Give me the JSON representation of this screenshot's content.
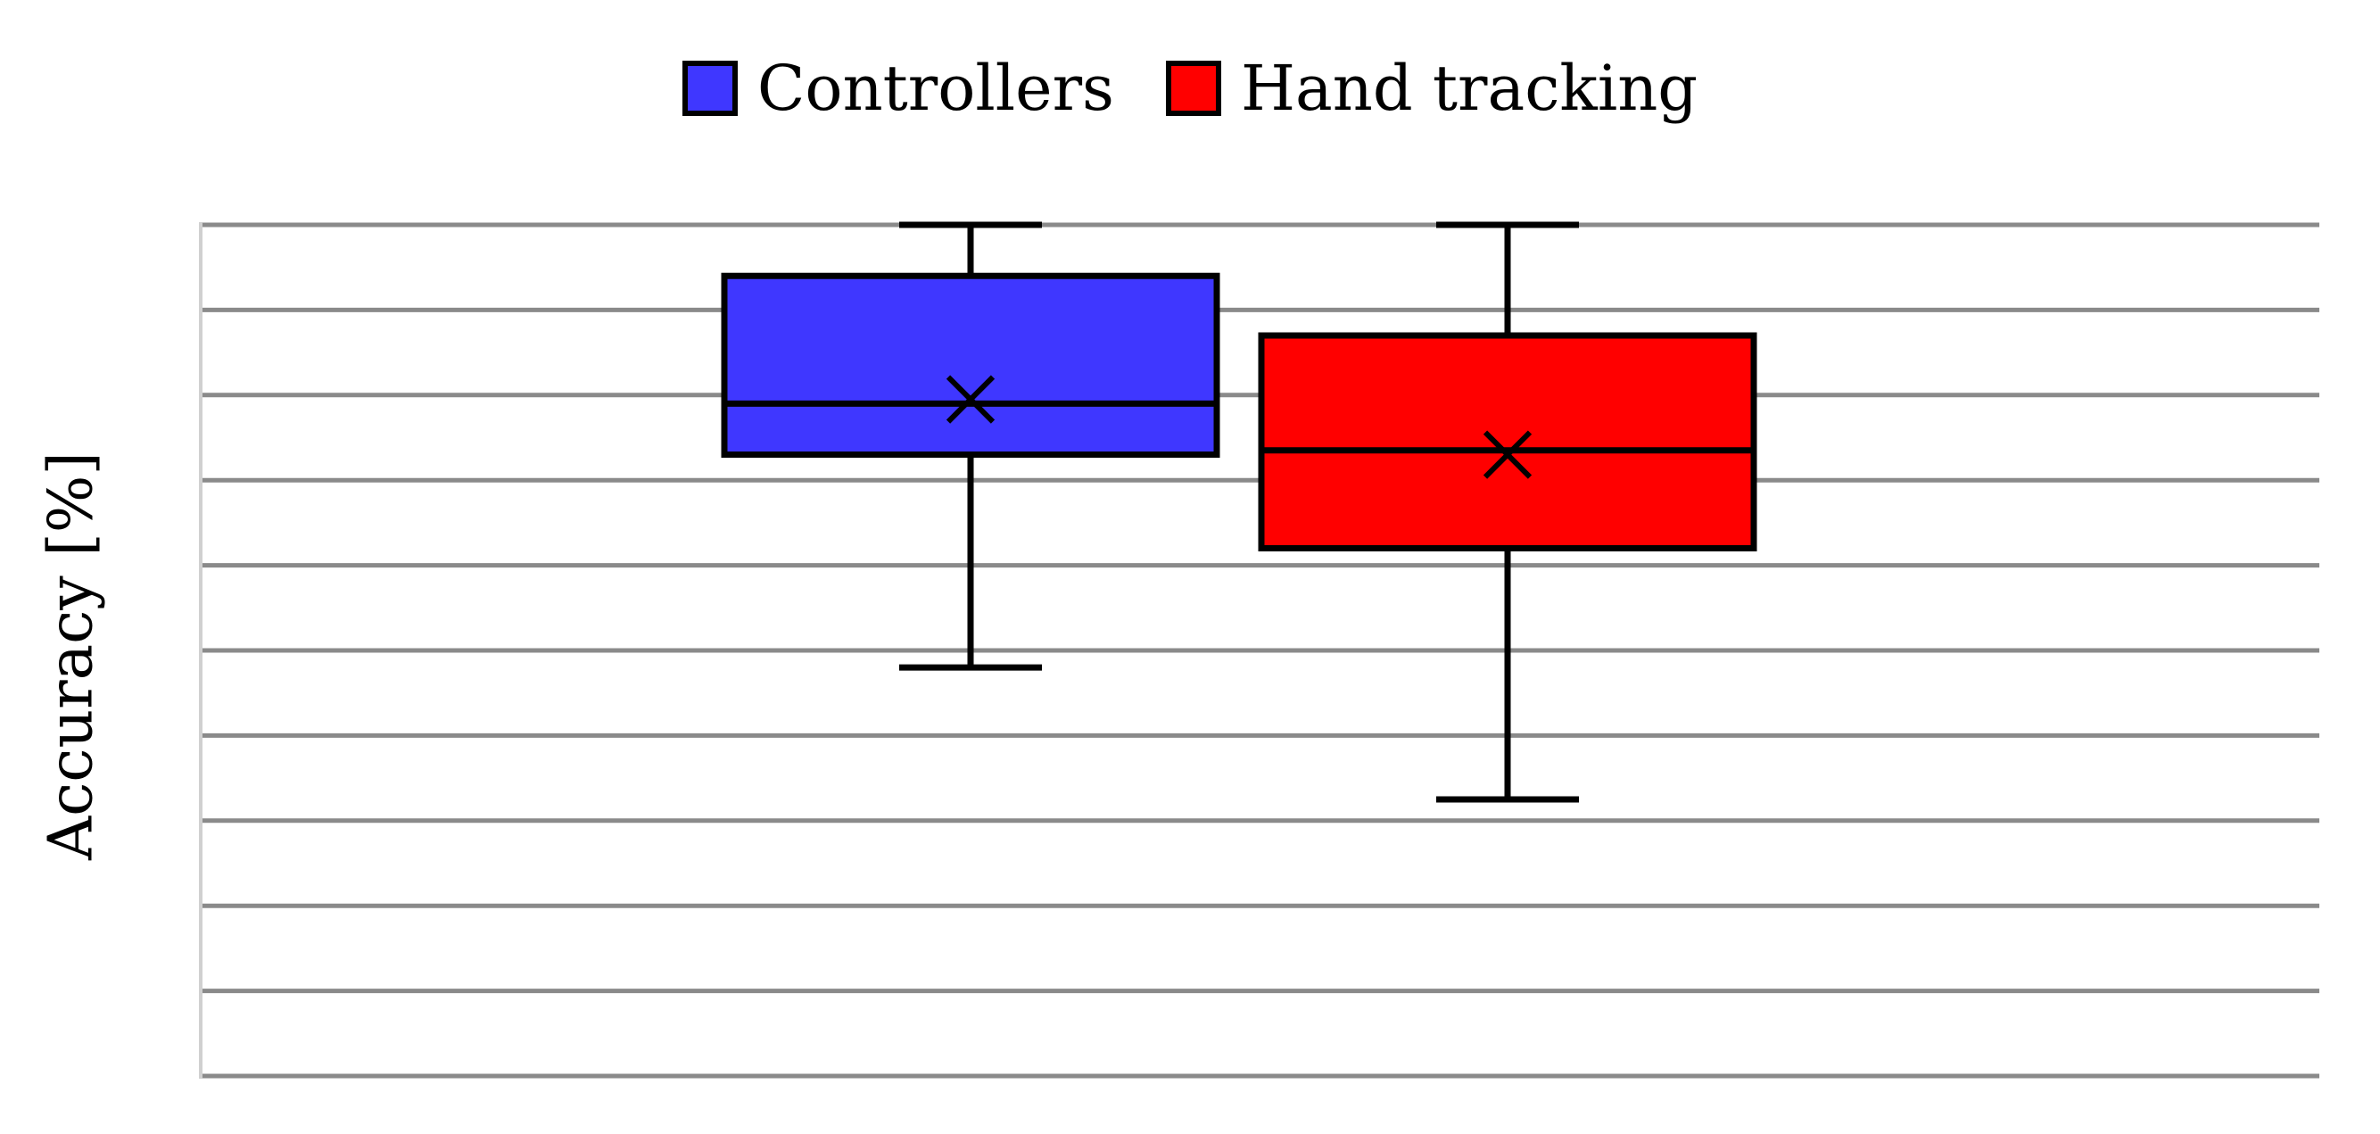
{
  "chart_data": {
    "type": "box",
    "xlabel": "",
    "ylabel": "Accuracy [%]",
    "ylim": [
      0,
      10
    ],
    "grid": true,
    "legend_placement": "top-center",
    "series": [
      {
        "name": "Controllers",
        "color": "#3f37ff",
        "min": 4.8,
        "q1": 7.3,
        "median": 7.9,
        "mean": 7.95,
        "q3": 9.4,
        "max": 10.0
      },
      {
        "name": "Hand tracking",
        "color": "#ff0000",
        "min": 3.25,
        "q1": 6.2,
        "median": 7.35,
        "mean": 7.3,
        "q3": 8.7,
        "max": 10.0
      }
    ]
  }
}
